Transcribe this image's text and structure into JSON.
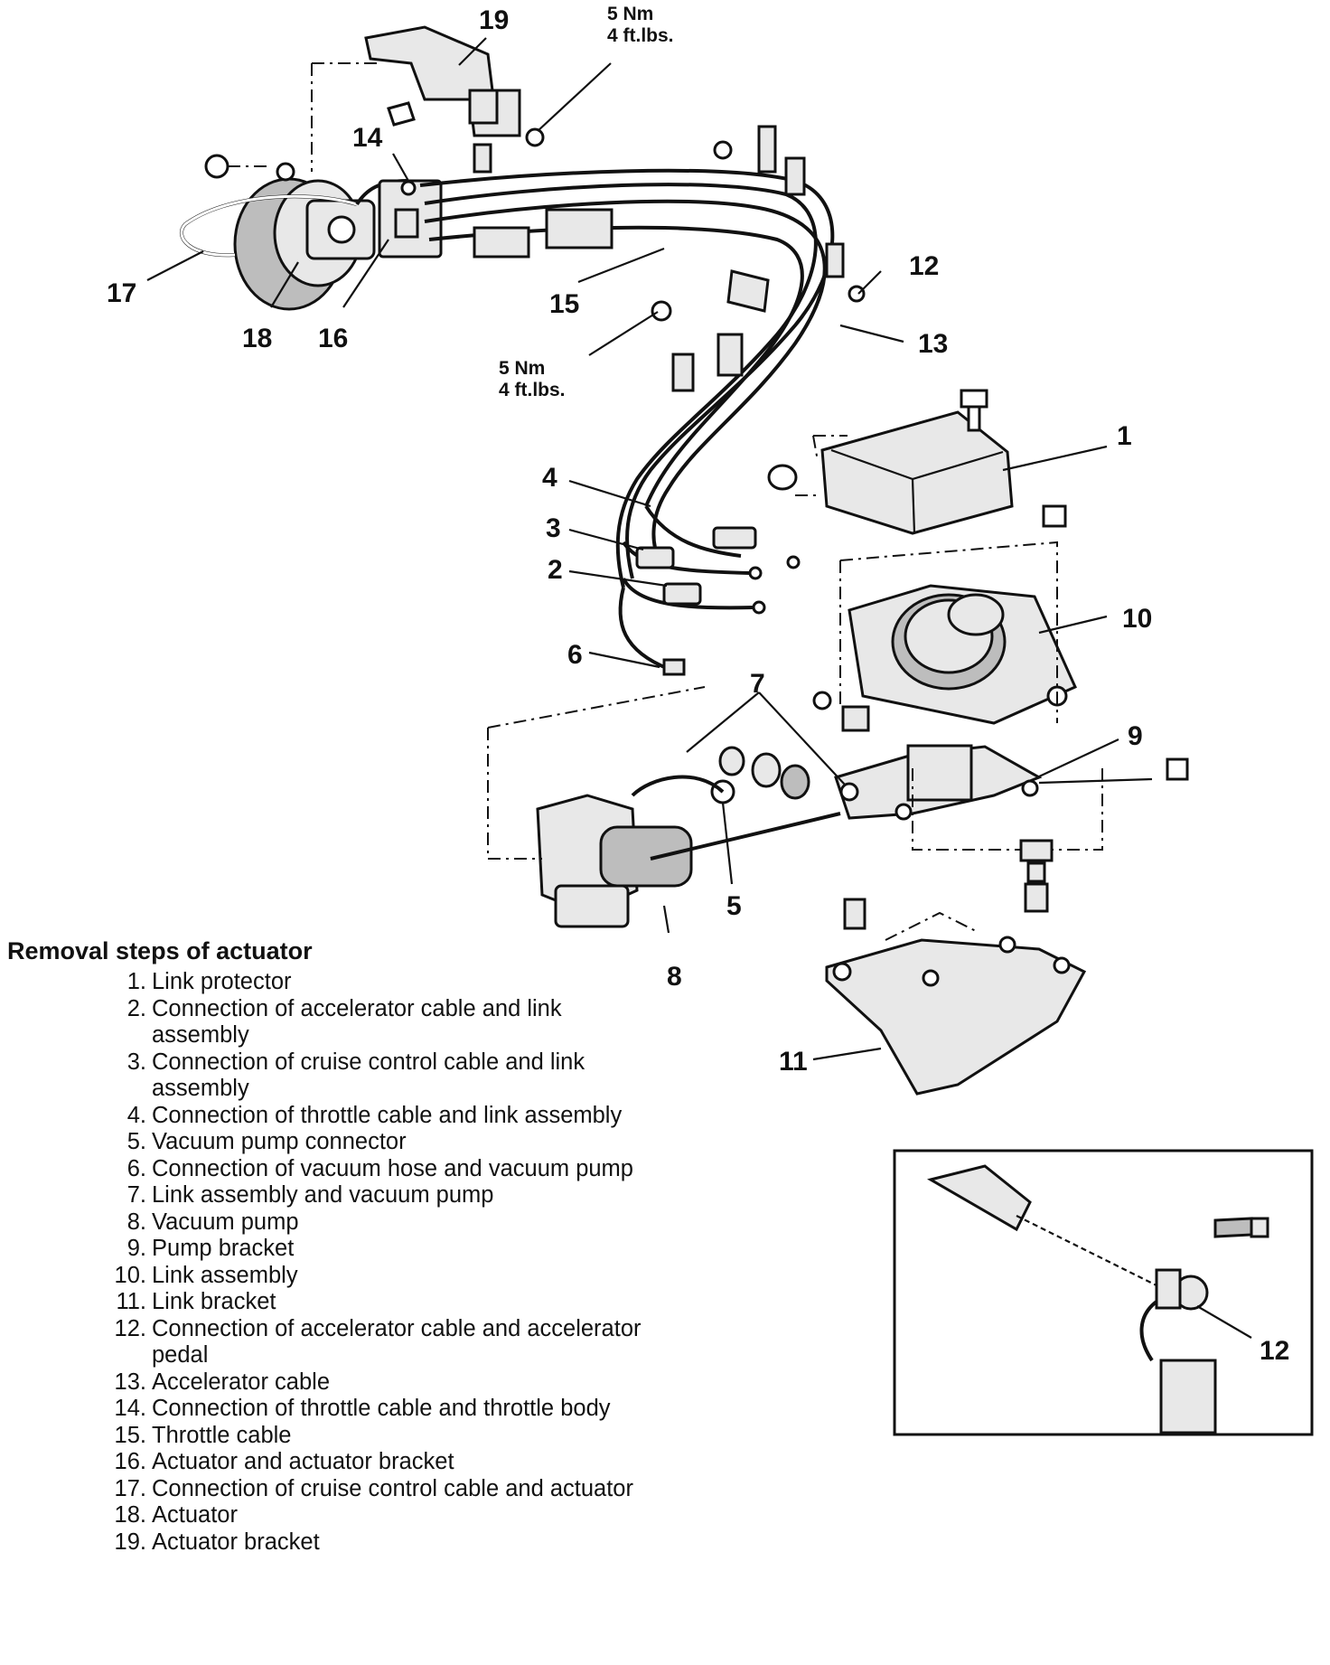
{
  "callouts": {
    "c1": "1",
    "c2": "2",
    "c3": "3",
    "c4": "4",
    "c5": "5",
    "c6": "6",
    "c7": "7",
    "c8": "8",
    "c9": "9",
    "c10": "10",
    "c11": "11",
    "c12": "12",
    "c13": "13",
    "c14": "14",
    "c15": "15",
    "c16": "16",
    "c17": "17",
    "c18": "18",
    "c19": "19",
    "c12_detail": "12"
  },
  "torque_top": {
    "line1": "5 Nm",
    "line2": "4 ft.lbs."
  },
  "torque_mid": {
    "line1": "5 Nm",
    "line2": "4 ft.lbs."
  },
  "steps": {
    "title": "Removal steps of actuator",
    "items": [
      {
        "num": "1.",
        "text": "Link protector"
      },
      {
        "num": "2.",
        "text": "Connection of accelerator cable and link assembly"
      },
      {
        "num": "3.",
        "text": "Connection of cruise control cable and link assembly"
      },
      {
        "num": "4.",
        "text": "Connection of throttle cable and link assembly"
      },
      {
        "num": "5.",
        "text": "Vacuum pump connector"
      },
      {
        "num": "6.",
        "text": "Connection of vacuum hose and vacuum pump"
      },
      {
        "num": "7.",
        "text": "Link assembly and vacuum pump"
      },
      {
        "num": "8.",
        "text": "Vacuum pump"
      },
      {
        "num": "9.",
        "text": "Pump bracket"
      },
      {
        "num": "10.",
        "text": "Link assembly"
      },
      {
        "num": "11.",
        "text": "Link bracket"
      },
      {
        "num": "12.",
        "text": "Connection of accelerator cable and accelerator pedal"
      },
      {
        "num": "13.",
        "text": "Accelerator cable"
      },
      {
        "num": "14.",
        "text": "Connection of throttle cable and throttle body"
      },
      {
        "num": "15.",
        "text": "Throttle cable"
      },
      {
        "num": "16.",
        "text": "Actuator and actuator bracket"
      },
      {
        "num": "17.",
        "text": "Connection of cruise control cable and actuator"
      },
      {
        "num": "18.",
        "text": "Actuator"
      },
      {
        "num": "19.",
        "text": "Actuator bracket"
      }
    ]
  }
}
